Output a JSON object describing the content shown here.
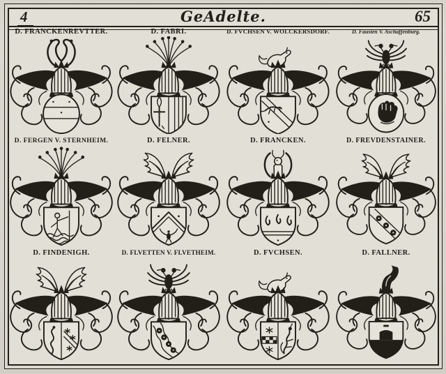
{
  "page": {
    "kind": "armorial plate, engraved heraldry book page",
    "ink_color": "#221f19",
    "paper_color": "#dbd8d0"
  },
  "header": {
    "left_number": "4",
    "title": "GeAdelte.",
    "right_number": "65"
  },
  "coats": [
    {
      "label": "D. FRANCKENREVTTER.",
      "crest": "buffalo-horns",
      "shield": "oval shield, two fesses"
    },
    {
      "label": "D. FABRI.",
      "crest": "plume-of-feathers",
      "shield": "per pale, lily staff / paly"
    },
    {
      "label": "D. FVCHSEN V. WOLCKERSDORF.",
      "crest": "fox-statant",
      "shield": "bend with running fox"
    },
    {
      "label": "D. Fausten V. Aschaffenburg.",
      "crest": "double-eagle",
      "shield": "oval shield, clenched fist"
    },
    {
      "label": "D. FERGEN V. STERNHEIM.",
      "crest": "plume-of-feathers",
      "shield": "ferryman with pole on waves"
    },
    {
      "label": "D. FELNER.",
      "crest": "wings",
      "shield": "chevron with eagle below"
    },
    {
      "label": "D. FRANCKEN.",
      "crest": "demi-ram-between-horns",
      "shield": "fess, three hooks above"
    },
    {
      "label": "D. FREVDENSTAINER.",
      "crest": "wings",
      "shield": "bend charged with three roses"
    },
    {
      "label": "D. FINDENIGH.",
      "crest": "wings",
      "shield": "per pale, serpent / bend with stars"
    },
    {
      "label": "D. FLVETTEN V. FLVETHEIM.",
      "crest": "double-eagle",
      "shield": "wavy bend with four roses"
    },
    {
      "label": "D. FVCHSEN.",
      "crest": "fox-statant",
      "shield": "per pale, stars and checky fess / fox rampant"
    },
    {
      "label": "D. FALLNER.",
      "crest": "bent-stump",
      "shield": "base sable with mound"
    }
  ]
}
